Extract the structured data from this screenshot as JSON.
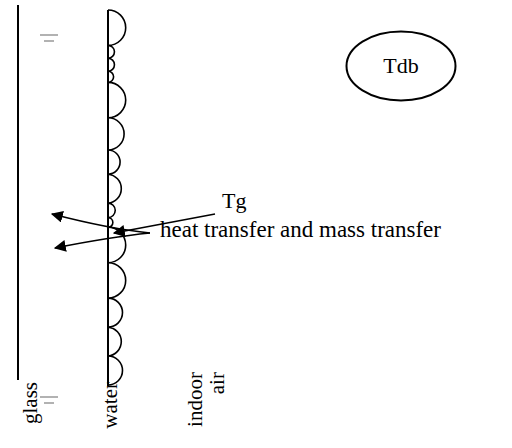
{
  "diagram": {
    "nodes": [
      {
        "text": [
          "Tdb"
        ]
      }
    ],
    "labels": [
      "Tg",
      "heat transfer and mass transfer",
      "glass",
      "water",
      "indoor air"
    ]
  }
}
